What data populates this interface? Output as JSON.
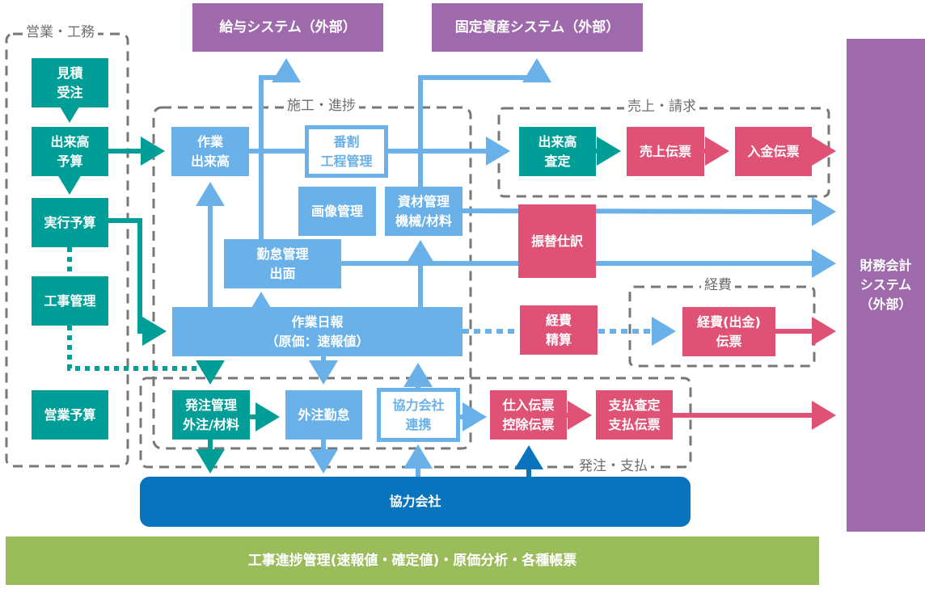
{
  "colors": {
    "teal": "#009e96",
    "light_blue": "#69b1e8",
    "pink": "#e05275",
    "purple": "#9e6aac",
    "navy": "#0a73bd",
    "green": "#9bbc5b",
    "group_border": "#777777"
  },
  "groups": {
    "sales": "営業・工務",
    "construction": "施工・進捗",
    "billing": "売上・請求",
    "expenses": "経費",
    "ordering": "発注・支払"
  },
  "external": {
    "payroll": "給与システム（外部）",
    "fixed_assets": "固定資産システム（外部）",
    "accounting": "財務会計\nシステム\n（外部）"
  },
  "sales": {
    "estimate": "見積\n受注",
    "progress_budget": "出来高\n予算",
    "execution_budget": "実行予算",
    "construction_mgmt": "工事管理",
    "sales_budget": "営業予算"
  },
  "construction": {
    "work_progress": "作業\n出来高",
    "schedule": "番割\n工程管理",
    "image_mgmt": "画像管理",
    "material_mgmt": "資材管理\n機械/材料",
    "attendance": "勤怠管理\n出面",
    "daily_report": "作業日報\n（原価：速報値）"
  },
  "billing": {
    "progress_assessment": "出来高\n査定",
    "sales_slip": "売上伝票",
    "receipt_slip": "入金伝票"
  },
  "transfer_journal": "振替仕訳",
  "expenses": {
    "settlement": "経費\n精算",
    "expense_slip": "経費(出金)\n伝票"
  },
  "ordering": {
    "order_mgmt": "発注管理\n外注/材料",
    "subcontract_attendance": "外注勤怠",
    "partner_link": "協力会社\n連携",
    "purchase_slip": "仕入伝票\n控除伝票",
    "payment_slip": "支払査定\n支払伝票"
  },
  "partner_company": "協力会社",
  "footer": "工事進捗管理(速報値・確定値)・原価分析・各種帳票"
}
